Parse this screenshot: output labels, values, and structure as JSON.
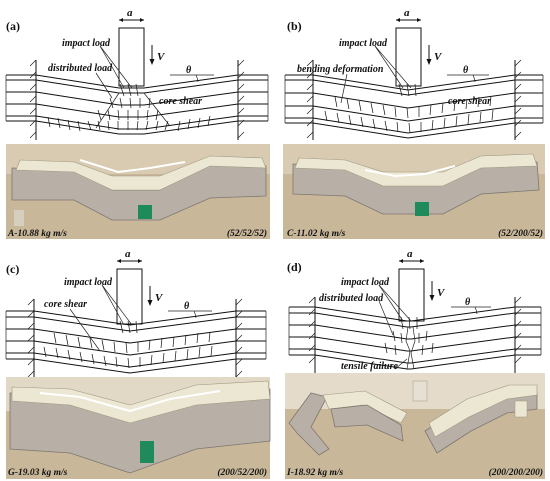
{
  "panels": [
    {
      "id": "a",
      "label": "(a)",
      "width_label": "a",
      "velocity_label": "V",
      "angle_label": "θ",
      "annotations": [
        "impact load",
        "distributed load",
        "core shear"
      ],
      "specimen_caption": "A-10.88 kg m/s",
      "config_caption": "(52/52/52)"
    },
    {
      "id": "b",
      "label": "(b)",
      "width_label": "a",
      "velocity_label": "V",
      "angle_label": "θ",
      "annotations": [
        "impact load",
        "bending deformation",
        "core shear"
      ],
      "specimen_caption": "C-11.02 kg m/s",
      "config_caption": "(52/200/52)"
    },
    {
      "id": "c",
      "label": "(c)",
      "width_label": "a",
      "velocity_label": "V",
      "angle_label": "θ",
      "annotations": [
        "impact load",
        "core shear"
      ],
      "specimen_caption": "G-19.03 kg m/s",
      "config_caption": "(200/52/200)"
    },
    {
      "id": "d",
      "label": "(d)",
      "width_label": "a",
      "velocity_label": "V",
      "angle_label": "θ",
      "annotations": [
        "impact load",
        "distributed load",
        "tensile failure"
      ],
      "specimen_caption": "I-18.92 kg m/s",
      "config_caption": "(200/200/200)"
    }
  ],
  "colors": {
    "photo_background": "#c9b79a",
    "metal_face": "#b8b0a6",
    "foam_core": "#ece7d2",
    "green_tag": "#1f8a5c"
  }
}
